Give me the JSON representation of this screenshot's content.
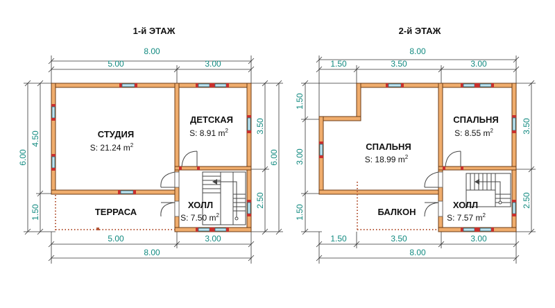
{
  "floor1": {
    "title": "1-й ЭТАЖ",
    "dims": {
      "top_total": "8.00",
      "top_left": "5.00",
      "top_right": "3.00",
      "bottom_left": "5.00",
      "bottom_right": "3.00",
      "bottom_total": "8.00",
      "left_total": "6.00",
      "left_upper": "4.50",
      "left_lower": "1.50",
      "right_upper": "3.50",
      "right_lower": "2.50",
      "right_total": "6.00"
    },
    "rooms": {
      "studio": {
        "name": "СТУДИЯ",
        "area_prefix": "S: 21.24 m",
        "area_unit_exp": "2"
      },
      "kids": {
        "name": "ДЕТСКАЯ",
        "area_prefix": "S: 8.91 m",
        "area_unit_exp": "2"
      },
      "terrace": {
        "name": "ТЕРРАСА"
      },
      "hall": {
        "name": "ХОЛЛ",
        "area_prefix": "S: 7.50 m",
        "area_unit_exp": "2"
      }
    }
  },
  "floor2": {
    "title": "2-й ЭТАЖ",
    "dims": {
      "top_total": "8.00",
      "top_left": "1.50",
      "top_mid": "3.50",
      "top_right": "3.00",
      "bottom_left": "1.50",
      "bottom_mid": "3.50",
      "bottom_right": "3.00",
      "bottom_total": "8.00",
      "left_top": "1.50",
      "left_mid": "3.00",
      "left_bottom": "1.50",
      "right_upper": "3.50",
      "right_lower": "2.50"
    },
    "rooms": {
      "bedroom_big": {
        "name": "СПАЛЬНЯ",
        "area_prefix": "S: 18.99 m",
        "area_unit_exp": "2"
      },
      "bedroom_small": {
        "name": "СПАЛЬНЯ",
        "area_prefix": "S: 8.55 m",
        "area_unit_exp": "2"
      },
      "balcony": {
        "name": "БАЛКОН"
      },
      "hall": {
        "name": "ХОЛЛ",
        "area_prefix": "S: 7.57 m",
        "area_unit_exp": "2"
      }
    }
  }
}
